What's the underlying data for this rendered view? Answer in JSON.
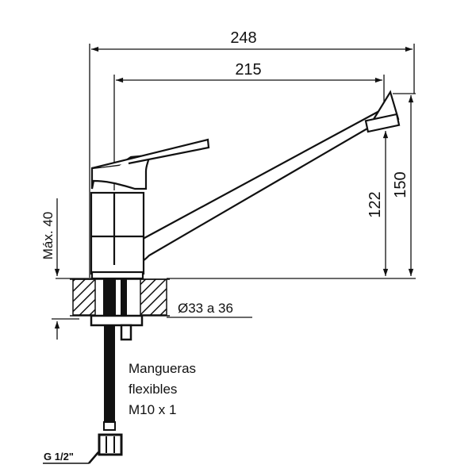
{
  "drawing": {
    "subject": "Single-lever kitchen faucet side elevation",
    "dimensions": {
      "overall_reach": "248",
      "spout_reach": "215",
      "total_height": "150",
      "spout_outlet_height": "122",
      "max_deck_thickness": "Máx. 40",
      "hole_diameter": "Ø33 a 36"
    },
    "notes": {
      "hose_line1": "Mangueras",
      "hose_line2": "flexibles",
      "hose_line3": "M10 x 1",
      "connection": "G 1/2\""
    },
    "colors": {
      "line": "#111111",
      "background": "#ffffff"
    }
  }
}
